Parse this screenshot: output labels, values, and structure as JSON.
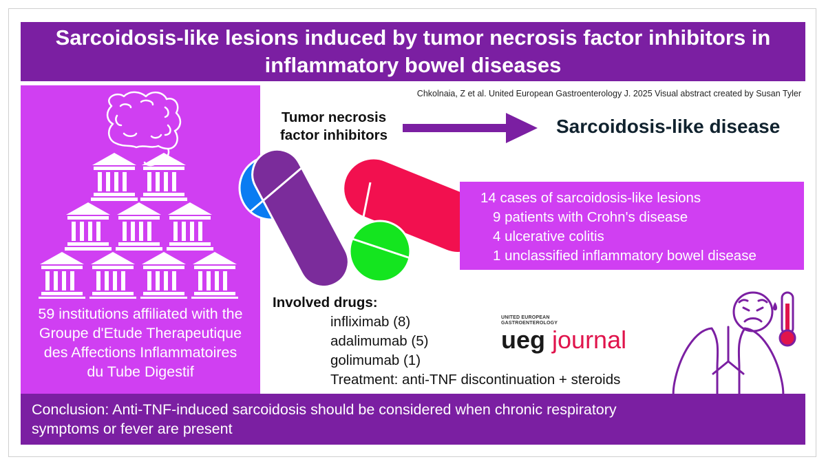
{
  "title": {
    "line1": "Sarcoidosis-like lesions induced by tumor necrosis factor inhibitors in",
    "line2": "inflammatory bowel diseases"
  },
  "citation": "Chkolnaia, Z et al. United European Gastroenterology J. 2025 Visual abstract created by Susan Tyler",
  "institutions": {
    "lines": [
      "59 institutions affiliated with the",
      "Groupe d'Etude Therapeutique",
      "des Affections Inflammatoires",
      "du Tube Digestif"
    ],
    "icon": "colon-icon",
    "building_icon": "institution-building-icon"
  },
  "flow": {
    "source_line1": "Tumor necrosis",
    "source_line2": "factor inhibitors",
    "target": "Sarcoidosis-like disease"
  },
  "cases": {
    "headline": "14 cases of sarcoidosis-like lesions",
    "items": [
      "9 patients with Crohn's disease",
      "4 ulcerative colitis",
      "1 unclassified inflammatory bowel disease"
    ]
  },
  "drugs": {
    "heading": "Involved drugs:",
    "items": [
      "infliximab (8)",
      "adalimumab (5)",
      "golimumab (1)"
    ],
    "treatment": "Treatment: anti-TNF discontinuation + steroids"
  },
  "logo": {
    "small_line1": "UNITED EUROPEAN",
    "small_line2": "GASTROENTEROLOGY",
    "word1": "ueg",
    "word2": "journal"
  },
  "conclusion": {
    "line1": "Conclusion: Anti-TNF-induced sarcoidosis should be considered when chronic respiratory",
    "line2": "symptoms or fever are present"
  },
  "colors": {
    "dark_purple": "#7b1fa2",
    "magenta": "#d03ff2",
    "pill_purple": "#7b2c9b",
    "pill_blue": "#0a7cf2",
    "pill_red": "#f2104f",
    "pill_green": "#14e51f",
    "journal_red": "#e0144c"
  }
}
